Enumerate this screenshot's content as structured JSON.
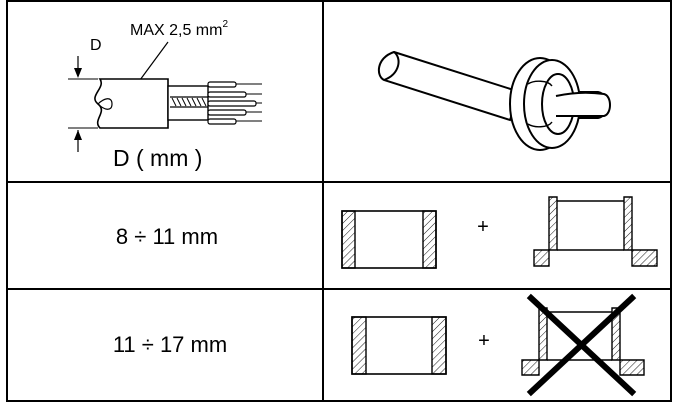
{
  "cable_diagram": {
    "dimension_label": "D",
    "max_section_base": "MAX 2,5 mm",
    "max_section_exponent": "2",
    "diameter_label": "D ( mm )"
  },
  "rows": [
    {
      "range": "8 ÷ 11 mm",
      "plus": "+",
      "allowed": true
    },
    {
      "range": "11 ÷ 17 mm",
      "plus": "+",
      "allowed": false
    }
  ],
  "icons": {
    "cable_gland": "cable-with-gland-illustration",
    "seal_ring": "seal-ring-cross-section",
    "flanged_bushing": "flanged-bushing-cross-section",
    "cross": "not-allowed-cross"
  }
}
